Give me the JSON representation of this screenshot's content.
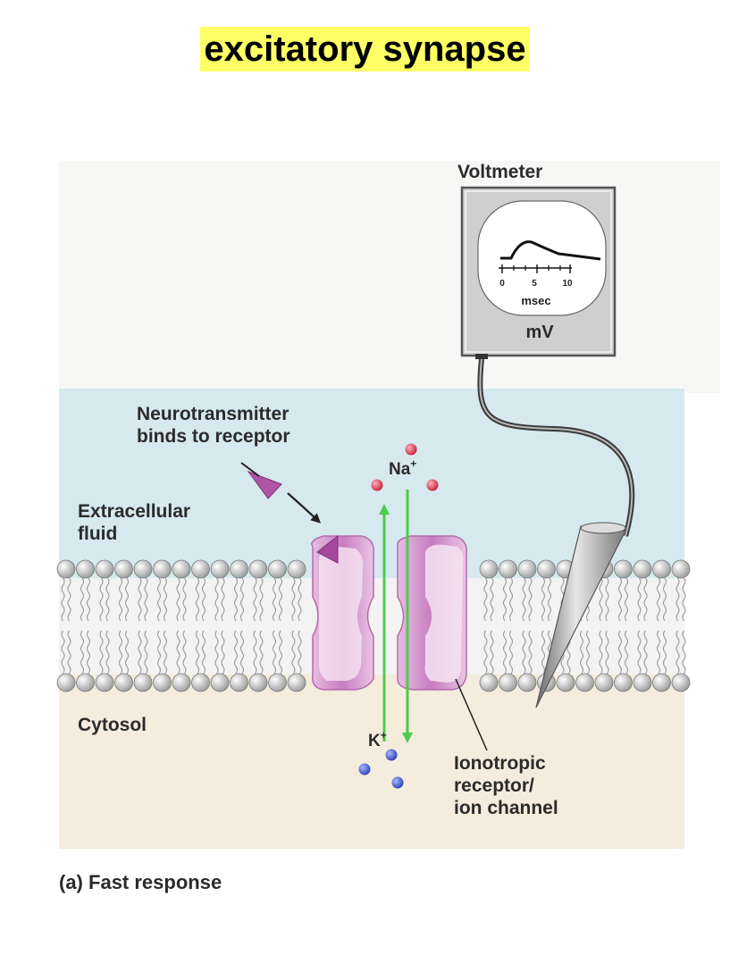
{
  "title": "excitatory synapse",
  "voltmeter": {
    "label": "Voltmeter",
    "unit": "mV",
    "axis_label": "msec",
    "ticks": [
      "0",
      "5",
      "10"
    ]
  },
  "labels": {
    "neurotransmitter": [
      "Neurotransmitter",
      "binds to receptor"
    ],
    "extracellular": [
      "Extracellular",
      "fluid"
    ],
    "cytosol": "Cytosol",
    "receptor": [
      "Ionotropic",
      "receptor/",
      "ion channel"
    ],
    "na": "Na",
    "k": "K",
    "ion_charge": "+"
  },
  "caption": {
    "letter": "(a)",
    "text": "Fast response"
  },
  "colors": {
    "extracellular": "#d6e9ee",
    "cytosol": "#f4ecdc",
    "receptor": "#c87ac0",
    "receptor_light": "#efd4ec",
    "ligand": "#a8479e",
    "na_ion": "#d8324a",
    "k_ion": "#3b55c4",
    "arrow": "#4ccc4c",
    "title_highlight": "#ffff66"
  }
}
